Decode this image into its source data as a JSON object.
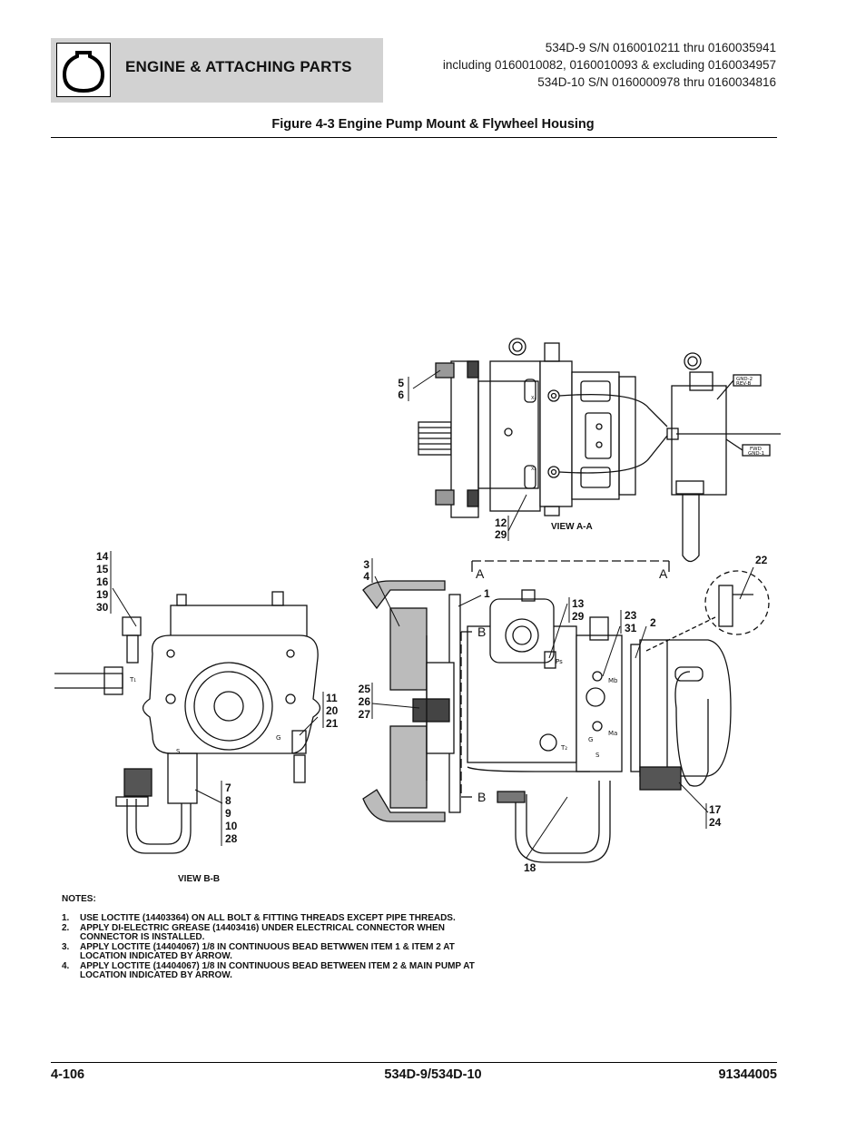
{
  "header": {
    "section_title": "ENGINE & ATTACHING PARTS",
    "serials": [
      "534D-9 S/N 0160010211 thru 0160035941",
      "including 0160010082, 0160010093 & excluding 0160034957",
      "534D-10 S/N 0160000978 thru 0160034816"
    ]
  },
  "figure_title": "Figure 4-3 Engine Pump Mount & Flywheel Housing",
  "drawing": {
    "views": {
      "a_a": "VIEW A-A",
      "b_b": "VIEW B-B"
    },
    "section_letters": {
      "a": "A",
      "b": "B"
    },
    "callouts": {
      "c_5_6": [
        "5",
        "6"
      ],
      "c_12_29": [
        "12",
        "29"
      ],
      "c_14_30": [
        "14",
        "15",
        "16",
        "19",
        "30"
      ],
      "c_11_21": [
        "11",
        "20",
        "21"
      ],
      "c_7_28": [
        "7",
        "8",
        "9",
        "10",
        "28"
      ],
      "c_3_4": [
        "3",
        "4"
      ],
      "c_1": [
        "1"
      ],
      "c_25_27": [
        "25",
        "26",
        "27"
      ],
      "c_13_29": [
        "13",
        "29"
      ],
      "c_23_31": [
        "23",
        "31"
      ],
      "c_2": [
        "2"
      ],
      "c_22": [
        "22"
      ],
      "c_17_24": [
        "17",
        "24"
      ],
      "c_18": [
        "18"
      ]
    },
    "port_labels": {
      "t1": "T₁",
      "s_left": "S",
      "g_left": "G",
      "ps": "Ps",
      "mb": "Mb",
      "ma": "Ma",
      "t2": "T₂",
      "g_right": "G",
      "s_right": "S",
      "x1": "X₁",
      "x2": "X₂"
    },
    "connector_tags": {
      "gnd2": "GND-2",
      "revb": "REV-B",
      "fwd": "FWD",
      "gnd1": "GND-1"
    }
  },
  "notes": {
    "heading": "NOTES:",
    "items": [
      {
        "num": "1.",
        "text": "USE LOCTITE (14403364) ON ALL BOLT & FITTING THREADS EXCEPT PIPE THREADS."
      },
      {
        "num": "2.",
        "text": "APPLY DI-ELECTRIC GREASE (14403416) UNDER ELECTRICAL CONNECTOR WHEN CONNECTOR IS INSTALLED."
      },
      {
        "num": "3.",
        "text": "APPLY LOCTITE (14404067) 1/8 IN CONTINUOUS BEAD BETWWEN ITEM 1 & ITEM 2 AT LOCATION INDICATED BY ARROW."
      },
      {
        "num": "4.",
        "text": "APPLY LOCTITE (14404067) 1/8 IN CONTINUOUS BEAD BETWEEN ITEM 2 & MAIN PUMP AT LOCATION INDICATED BY ARROW."
      }
    ]
  },
  "footer": {
    "page": "4-106",
    "model": "534D-9/534D-10",
    "doc_number": "91344005"
  }
}
